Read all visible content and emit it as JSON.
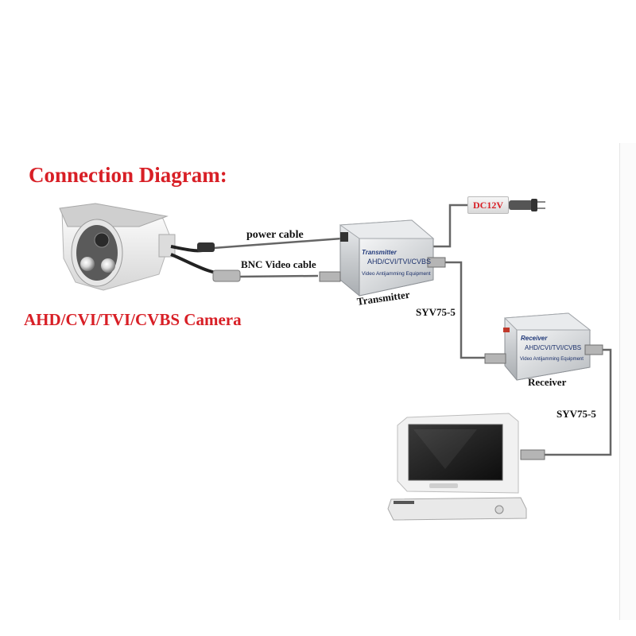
{
  "diagram": {
    "title": "Connection Diagram:",
    "camera_label": "AHD/CVI/TVI/CVBS Camera",
    "power_cable_label": "power cable",
    "bnc_cable_label": "BNC Video cable",
    "power_supply_label": "DC12V",
    "transmitter": {
      "panel_title": "Transmitter",
      "panel_line1": "AHD/CVI/TVI/CVBS",
      "panel_line2": "Video Antijamming Equipment",
      "caption": "Transmitter"
    },
    "receiver": {
      "panel_title": "Receiver",
      "panel_line1": "AHD/CVI/TVI/CVBS",
      "panel_line2": "Video Antijamming Equipment",
      "caption": "Receiver"
    },
    "cable_1_label": "SYV75-5",
    "cable_2_label": "SYV75-5",
    "colors": {
      "title_red": "#d81f26",
      "cable": "#666666",
      "device_silver": "#c9cccf"
    }
  }
}
